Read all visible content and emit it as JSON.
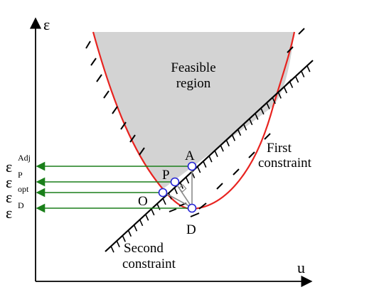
{
  "axes": {
    "y_label": "ε",
    "x_label": "u"
  },
  "region": {
    "line1": "Feasible",
    "line2": "region"
  },
  "constraints": {
    "first_line1": "First",
    "first_line2": "constraint",
    "second_line1": "Second",
    "second_line2": "constraint"
  },
  "points": {
    "A": "A",
    "P": "P",
    "O": "O",
    "D": "D"
  },
  "epsilons": [
    {
      "base": "ε",
      "sup": "Adj"
    },
    {
      "base": "ε",
      "sup": "P"
    },
    {
      "base": "ε",
      "sup": "opt"
    },
    {
      "base": "ε",
      "sup": "D"
    }
  ],
  "colors": {
    "curve": "#e8231f",
    "region": "#d3d3d3",
    "arrows": "#1a7f1a",
    "points": "#2323d6",
    "line": "#000000"
  }
}
